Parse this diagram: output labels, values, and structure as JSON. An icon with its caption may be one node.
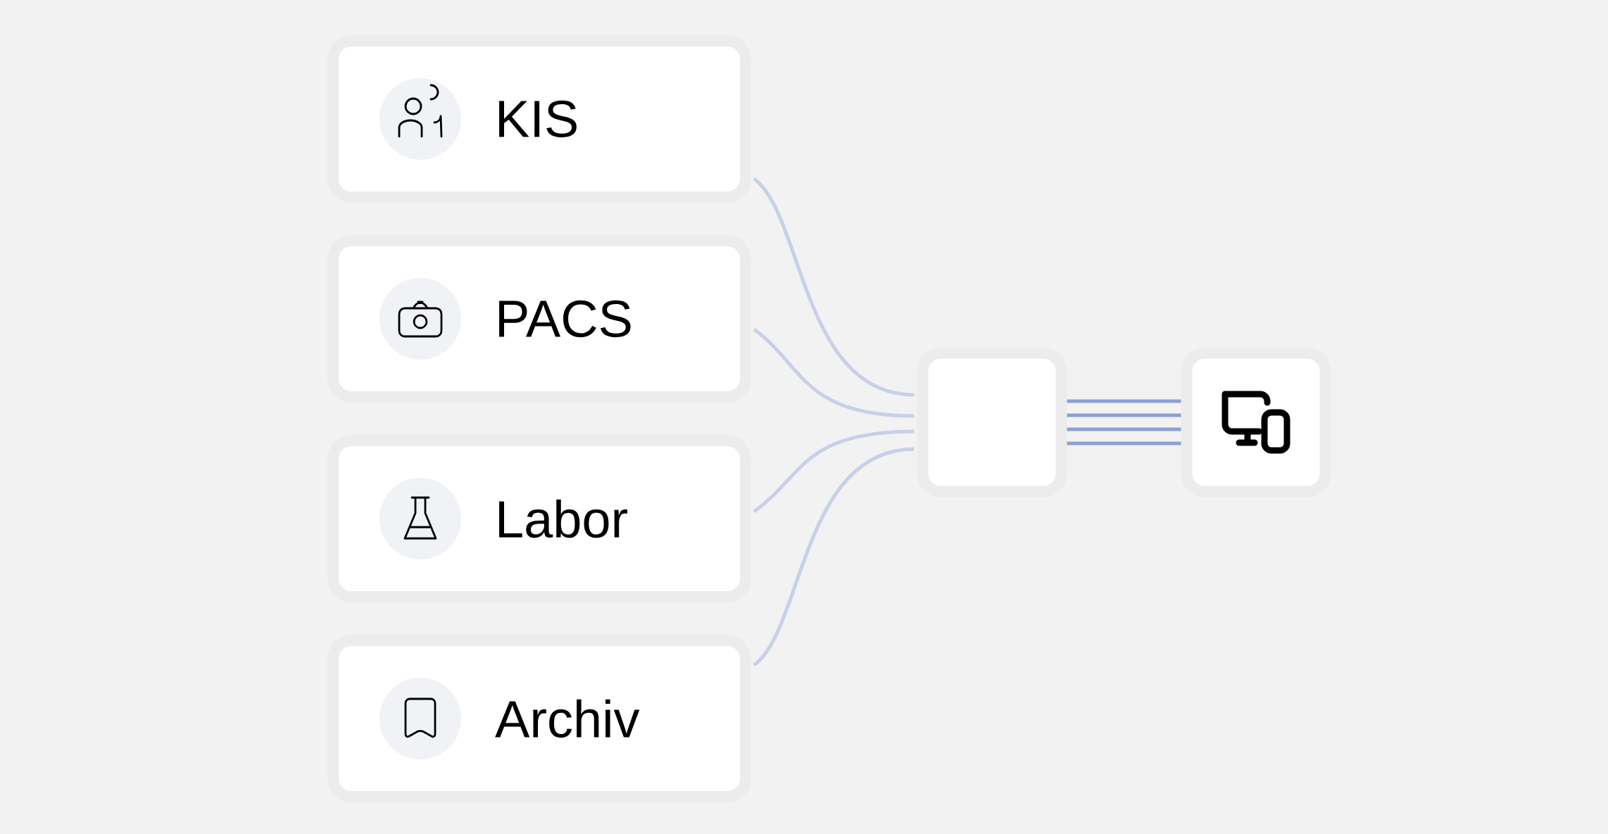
{
  "diagram": {
    "nodes": [
      {
        "text": [
          "KIS"
        ]
      },
      {
        "text": [
          "PACS"
        ]
      },
      {
        "text": [
          "Labor"
        ]
      },
      {
        "text": [
          "Archiv"
        ]
      },
      {
        "text": [],
        "shape": "box"
      },
      {
        "text": [],
        "shape": "box"
      }
    ],
    "edges": [
      {
        "from": 0,
        "to": 4,
        "arrow": "none"
      },
      {
        "from": 1,
        "to": 4,
        "arrow": "none"
      },
      {
        "from": 2,
        "to": 4,
        "arrow": "none"
      },
      {
        "from": 3,
        "to": 4,
        "arrow": "none"
      },
      {
        "from": 4,
        "to": 5,
        "arrow": "none",
        "color": "#8e9fd4"
      },
      {
        "from": 4,
        "to": 5,
        "arrow": "none",
        "color": "#8e9fd4"
      },
      {
        "from": 4,
        "to": 5,
        "arrow": "none",
        "color": "#8e9fd4"
      },
      {
        "from": 4,
        "to": 5,
        "arrow": "none",
        "color": "#8e9fd4"
      }
    ]
  }
}
